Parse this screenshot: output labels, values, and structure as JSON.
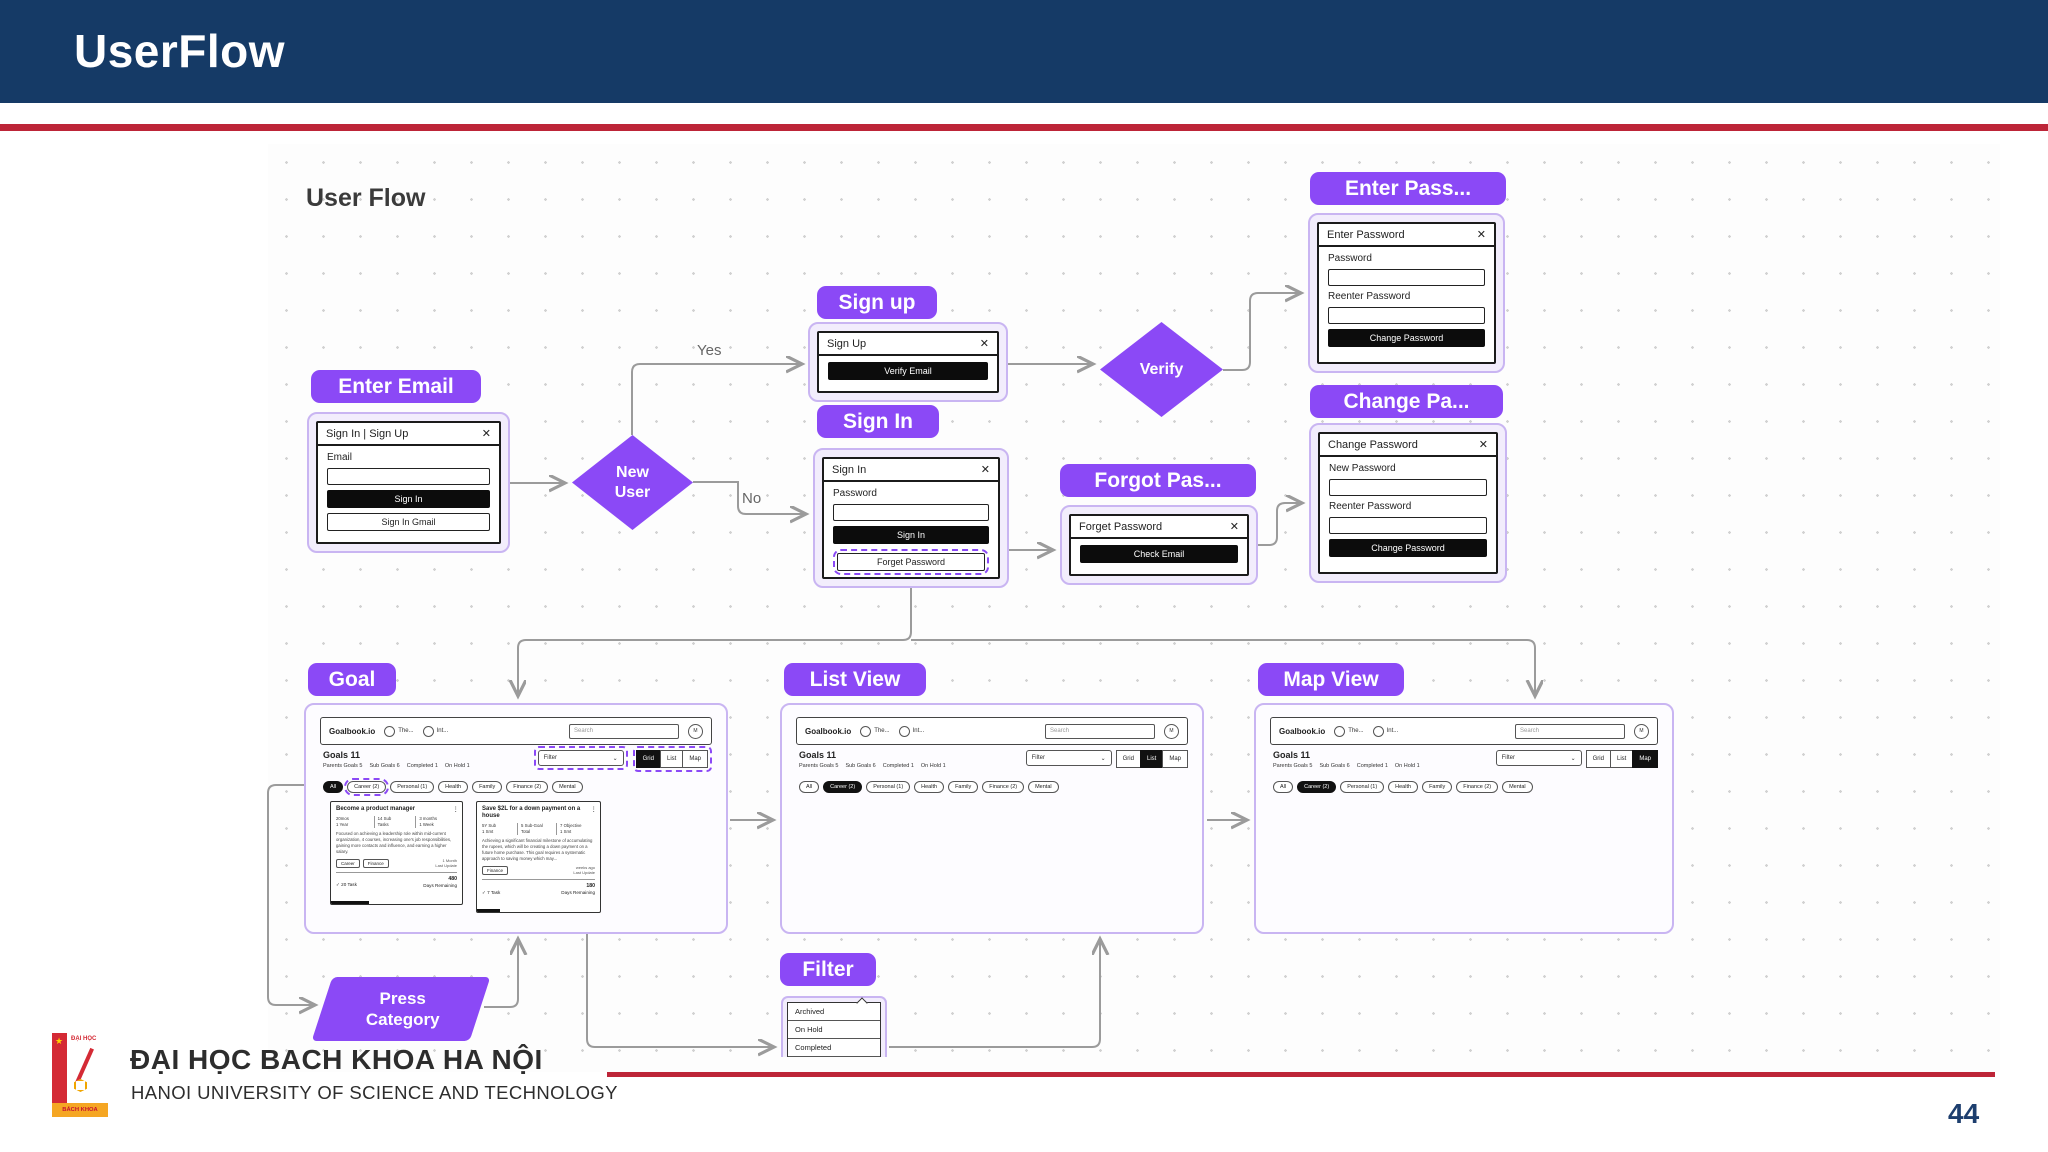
{
  "header": {
    "title": "UserFlow"
  },
  "colors": {
    "navy": "#153a66",
    "red": "#bd2538",
    "purple": "#8b49f6",
    "purple_light": "#c9b5f2"
  },
  "glyphs": {
    "close": "✕",
    "chevron": "⌄",
    "check": "✓",
    "kebab": "⋮",
    "star": "★"
  },
  "diagram": {
    "title": "User Flow",
    "labels": {
      "enter_email": "Enter Email",
      "sign_up": "Sign up",
      "sign_in": "Sign In",
      "enter_pass": "Enter Pass...",
      "change_pass": "Change Pa...",
      "forgot_pass": "Forgot Pas...",
      "goal": "Goal",
      "list_view": "List View",
      "map_view": "Map View",
      "filter": "Filter"
    },
    "decisions": {
      "new_user": "New User",
      "verify": "Verify"
    },
    "edge_labels": {
      "yes": "Yes",
      "no": "No"
    },
    "press_category": {
      "line1": "Press",
      "line2": "Category"
    }
  },
  "dialogs": {
    "signin_signup": {
      "title": "Sign In | Sign Up",
      "email_label": "Email",
      "primary": "Sign In",
      "secondary": "Sign In Gmail"
    },
    "signup": {
      "title": "Sign Up",
      "primary": "Verify Email"
    },
    "signin": {
      "title": "Sign In",
      "password_label": "Password",
      "primary": "Sign In",
      "secondary": "Forget Password"
    },
    "forgot": {
      "title": "Forget Password",
      "primary": "Check Email"
    },
    "enter_password": {
      "title": "Enter Password",
      "password_label": "Password",
      "reenter_label": "Reenter Password",
      "primary": "Change Password"
    },
    "change_password": {
      "title": "Change Password",
      "new_label": "New Password",
      "reenter_label": "Reenter Password",
      "primary": "Change Password"
    }
  },
  "app": {
    "logo": "Goalbook.io",
    "nav": [
      {
        "label": "The..."
      },
      {
        "label": "Int..."
      }
    ],
    "search_placeholder": "Search",
    "avatar": "M",
    "heading": "Goals 11",
    "stats": [
      "Parents Goals 5",
      "Sub Goals 6",
      "Completed 1",
      "On Hold 1"
    ],
    "filter_label": "Filter",
    "views": [
      "Grid",
      "List",
      "Map"
    ],
    "chips": [
      "All",
      "Career (2)",
      "Personal (1)",
      "Health",
      "Family",
      "Finance (2)",
      "Mental"
    ]
  },
  "goal_cards": [
    {
      "title": "Become a product manager",
      "stats": [
        [
          "20mos",
          "1 Year"
        ],
        [
          "14 Sub",
          "Tasks"
        ],
        [
          "3 months",
          "1 Week"
        ]
      ],
      "description": "Focused on achieving a leadership role within mid-current organization, 4 courses, increasing one's job responsibilities, gaining more contacts and influence, and earning a higher salary.",
      "tags": [
        "Career",
        "Finance"
      ],
      "updated_1": "1 Month",
      "updated_2": "Last Update",
      "tasks": "20 Task",
      "days": "480",
      "days_label": "Days Remaining",
      "progress": 29
    },
    {
      "title": "Save $2L for a down payment on a house",
      "stats": [
        [
          "5Y Sub",
          "1 Smt"
        ],
        [
          "5 Sub-Goal",
          "Total"
        ],
        [
          "7 Objective",
          "1 Smt"
        ]
      ],
      "description": "Achieving a significant financial milestone of accumulating the rupees, which will be creating a down payment on a future home purchase. This goal requires a systematic approach to saving money which may...",
      "tags": [
        "Finance"
      ],
      "updated_1": "weeks ago",
      "updated_2": "Last Update",
      "tasks": "7 Task",
      "days": "180",
      "days_label": "Days Remaining",
      "progress": 19
    }
  ],
  "filter_menu": {
    "items": [
      "Archived",
      "On Hold",
      "Completed"
    ]
  },
  "footer": {
    "logo_top": "ĐẠI HỌC",
    "logo_bottom": "BÁCH KHOA",
    "university_vi": "ĐẠI HỌC BACH KHOA HA NỘI",
    "university_en": "HANOI UNIVERSITY OF SCIENCE AND TECHNOLOGY",
    "page_number": "44"
  }
}
